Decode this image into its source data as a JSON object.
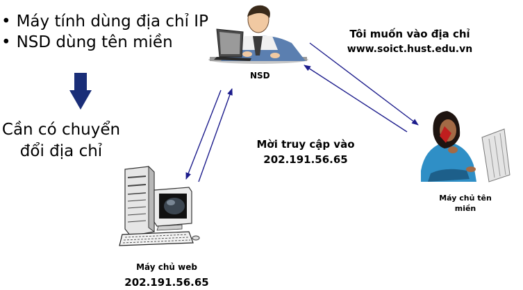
{
  "bullets": [
    "Máy tính dùng địa chỉ IP",
    "NSD dùng tên miền"
  ],
  "conclusion": [
    "Cần có chuyển",
    "đổi địa chỉ"
  ],
  "user_label": "NSD",
  "request": [
    "Tôi muốn vào địa chỉ",
    "www.soict.hust.edu.vn"
  ],
  "response": [
    "Mời truy cập vào",
    "202.191.56.65"
  ],
  "dns_server": [
    "Máy chủ tên",
    "miền"
  ],
  "web_server": [
    "Máy chủ web",
    "202.191.56.65"
  ],
  "colors": {
    "arrow": "#1c1c8c",
    "down_arrow": "#1a2e78"
  }
}
